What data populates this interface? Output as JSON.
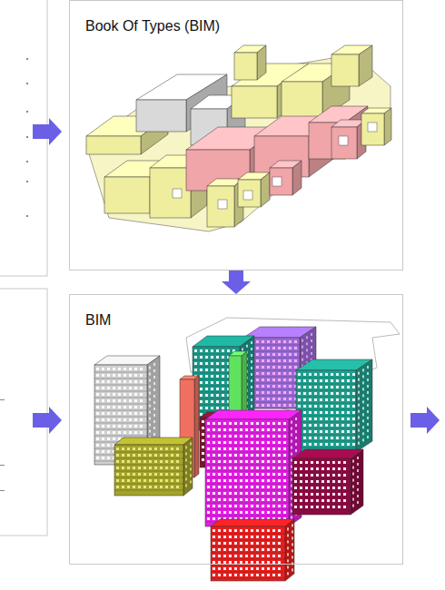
{
  "diagram": {
    "nodes": [
      {
        "text": [
          "Book Of Types (BIM)"
        ]
      },
      {
        "text": [
          "BIM"
        ]
      }
    ],
    "edges": [
      {
        "from": 0,
        "to": 1,
        "arrow": "to"
      }
    ]
  }
}
